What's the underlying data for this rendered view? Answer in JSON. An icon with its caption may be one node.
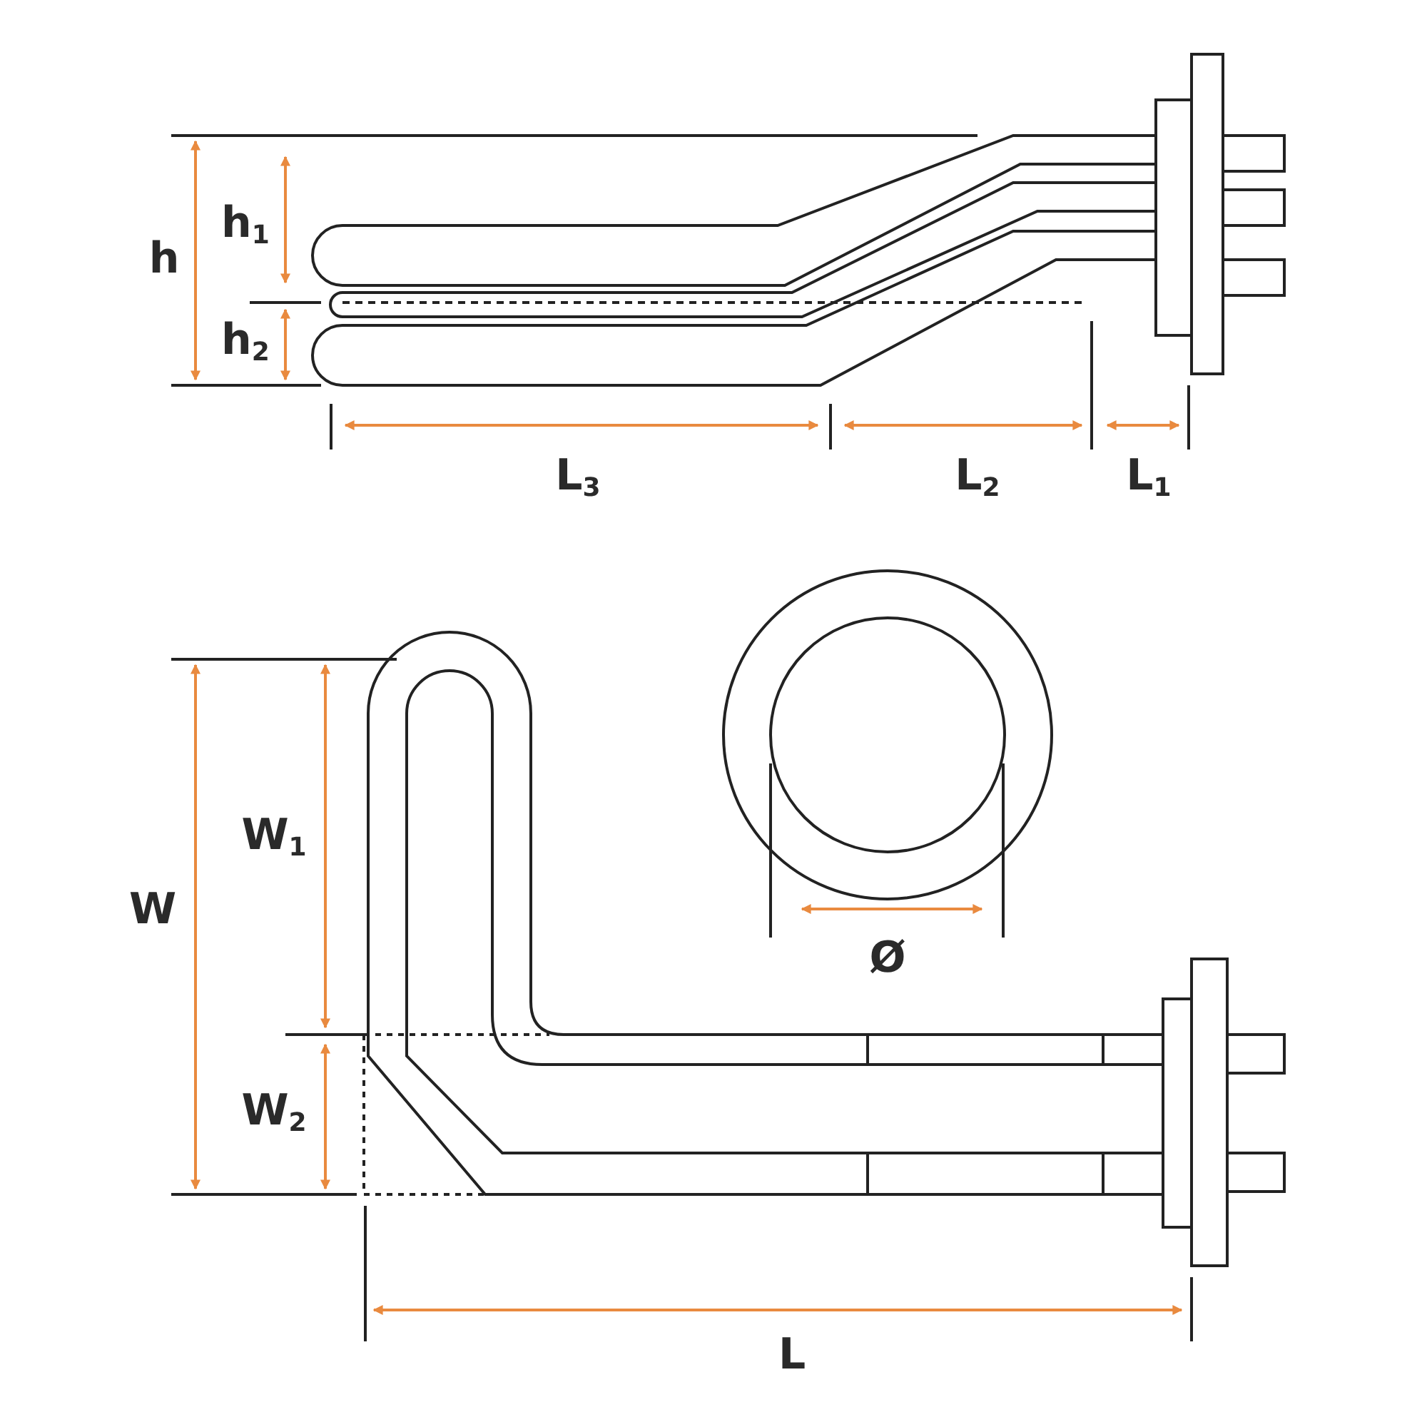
{
  "diagram": {
    "labels": [
      "h",
      "h$_{1}$",
      "h$_{2}$",
      "L$_{3}$",
      "L$_{2}$",
      "L$_{1}$",
      "Ø",
      "W",
      "W$_{1}$",
      "W$_{2}$",
      "L"
    ]
  }
}
